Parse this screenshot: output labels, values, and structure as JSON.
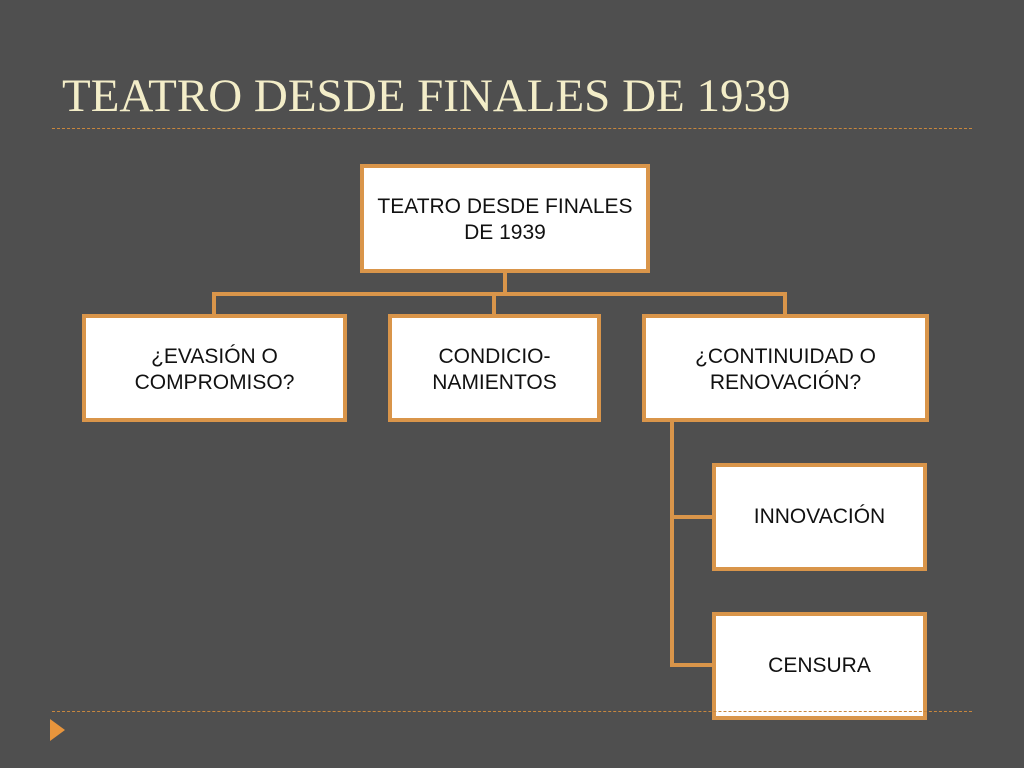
{
  "slide": {
    "title": "TEATRO DESDE FINALES DE 1939"
  },
  "diagram": {
    "root": "TEATRO DESDE FINALES\nDE 1939",
    "children": [
      "¿EVASIÓN O\nCOMPROMISO?",
      "CONDICIO-\nNAMIENTOS",
      "¿CONTINUIDAD O\nRENOVACIÓN?"
    ],
    "subchildren": [
      "INNOVACIÓN",
      "CENSURA"
    ]
  },
  "colors": {
    "background": "#4f4f4f",
    "title": "#f3edc8",
    "accent": "#d9954a",
    "node_fill": "#ffffff"
  },
  "icons": {
    "nav": "play-arrow-icon"
  }
}
